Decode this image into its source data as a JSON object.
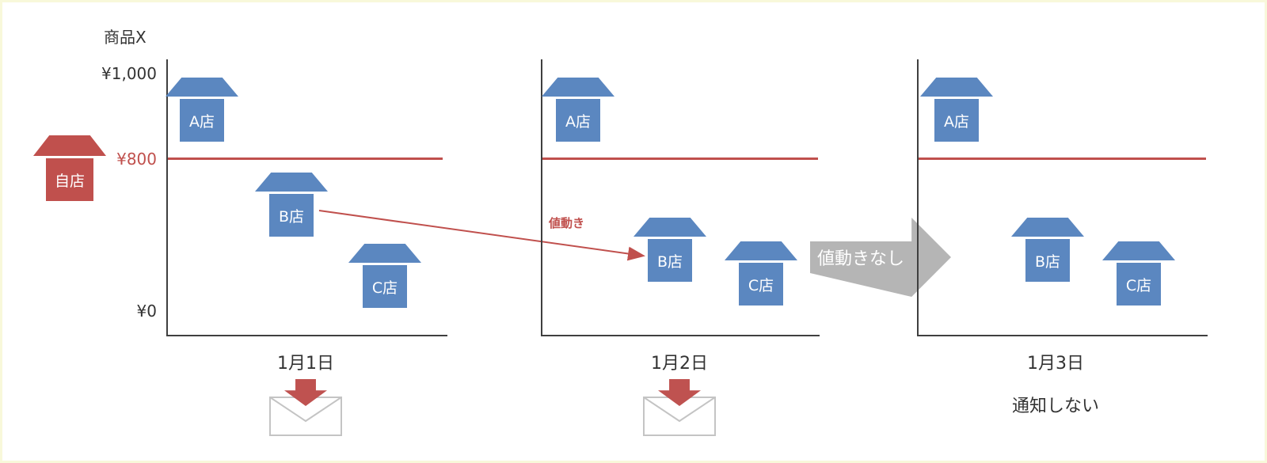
{
  "title": "商品X",
  "y_axis": {
    "max": "¥1,000",
    "own_price": "¥800",
    "min": "¥0"
  },
  "own_shop": {
    "label": "自店"
  },
  "panels": [
    {
      "date": "1月1日",
      "shops": {
        "a": "A店",
        "b": "B店",
        "c": "C店"
      },
      "notification": "mail"
    },
    {
      "date": "1月2日",
      "shops": {
        "a": "A店",
        "b": "B店",
        "c": "C店"
      },
      "notification": "mail"
    },
    {
      "date": "1月3日",
      "shops": {
        "a": "A店",
        "b": "B店",
        "c": "C店"
      },
      "notification": "none"
    }
  ],
  "annotations": {
    "price_move": "値動き",
    "no_price_move": "値動きなし",
    "no_notify": "通知しない"
  },
  "colors": {
    "shop_blue": "#5b87c0",
    "own_red": "#c0504d",
    "arrow_gray": "#b5b5b5",
    "axis": "#3f3f3f"
  }
}
